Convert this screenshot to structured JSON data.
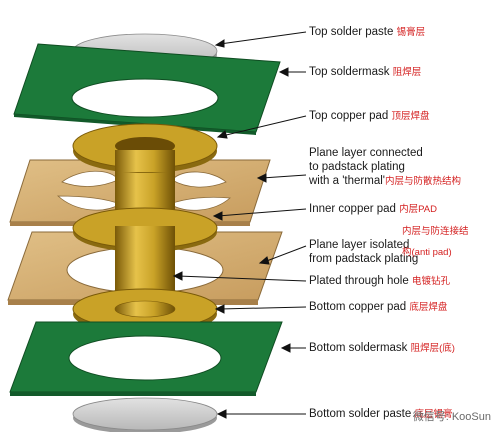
{
  "labels": {
    "top_solder_paste": {
      "en": "Top solder paste",
      "cn": "锡膏层"
    },
    "top_soldermask": {
      "en": "Top soldermask",
      "cn": "阻焊层"
    },
    "top_copper_pad": {
      "en": "Top copper pad",
      "cn": "顶层焊盘"
    },
    "plane_connected": {
      "en1": "Plane layer connected",
      "en2": "to padstack plating",
      "en3": "with a 'thermal'",
      "cn": "内层与防散热结构"
    },
    "inner_copper_pad": {
      "en": "Inner copper pad",
      "cn": "内层PAD"
    },
    "plane_isolated": {
      "en1": "Plane layer isolated",
      "en2": "from padstack plating",
      "cn1": "内层与防连接结",
      "cn2": "构(anti pad)"
    },
    "plated_through_hole": {
      "en": "Plated through hole",
      "cn": "电镀钻孔"
    },
    "bottom_copper_pad": {
      "en": "Bottom copper pad",
      "cn": "底层焊盘"
    },
    "bottom_soldermask": {
      "en": "Bottom soldermask",
      "cn": "阻焊层(底)"
    },
    "bottom_solder_paste": {
      "en": "Bottom solder paste",
      "cn": "底层锡膏"
    }
  },
  "watermark": "微信号: KooSun",
  "colors": {
    "soldermask_green": "#1c7a3a",
    "copper_gold": "#c9a227",
    "copper_dark": "#8a6a10",
    "plane_tan": "#d4b07a",
    "paste_grey": "#cfcfcf"
  }
}
